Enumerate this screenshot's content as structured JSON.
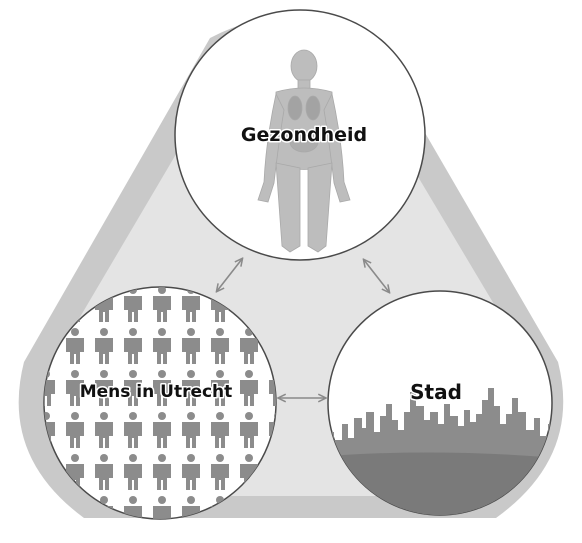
{
  "diagram": {
    "nodes": [
      {
        "id": "health",
        "label": "Gezondheid",
        "icon": "human-body-icon"
      },
      {
        "id": "people",
        "label": "Mens in Utrecht",
        "icon": "crowd-icon"
      },
      {
        "id": "city",
        "label": "Stad",
        "icon": "skyline-icon"
      }
    ],
    "edges": [
      {
        "from": "health",
        "to": "people",
        "type": "bidirectional"
      },
      {
        "from": "health",
        "to": "city",
        "type": "bidirectional"
      },
      {
        "from": "people",
        "to": "city",
        "type": "bidirectional"
      }
    ],
    "colors": {
      "outer_triangle": "#c9c9c9",
      "inner_triangle": "#e4e4e4",
      "circle_fill": "#ffffff",
      "circle_stroke": "#4a4a4a",
      "figure_gray": "#8c8c8c",
      "body_gray": "#bdbdbd",
      "arrow": "#8a8a8a"
    }
  }
}
